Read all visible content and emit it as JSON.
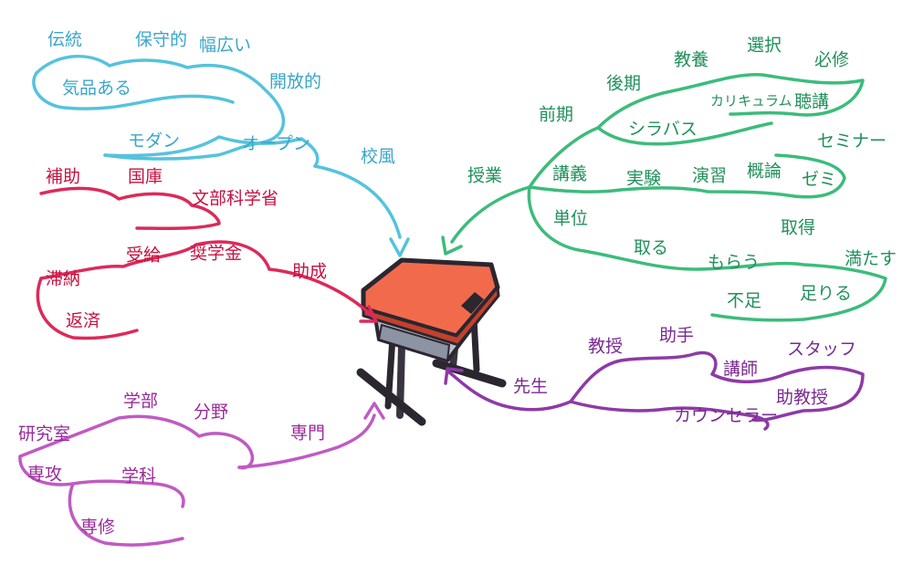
{
  "palette": {
    "school": "#55c3dc",
    "aid": "#dc2a5a",
    "classes": "#3cbc7c",
    "teacher": "#8e3aa6",
    "major": "#c05ac4",
    "desk_top": "#f26a4c",
    "desk_frame": "#2b2630"
  },
  "icons": {
    "center": "school-desk-icon"
  },
  "school": {
    "title": "校風",
    "w1": "伝統",
    "w2": "保守的",
    "w3": "幅広い",
    "w4": "気品ある",
    "w5": "開放的",
    "w6": "モダン",
    "w7": "オープン"
  },
  "aid": {
    "title": "助成",
    "w1": "補助",
    "w2": "国庫",
    "w3": "文部科学省",
    "w4": "受給",
    "w5": "奨学金",
    "w6": "滞納",
    "w7": "返済"
  },
  "classes": {
    "title": "授業",
    "w1": "前期",
    "w2": "後期",
    "w3": "教養",
    "w4": "選択",
    "w5": "必修",
    "w6": "カリキュラム",
    "w7": "聴講",
    "w8": "シラバス",
    "w9": "講義",
    "w10": "実験",
    "w11": "演習",
    "w12": "概論",
    "w13": "セミナー",
    "w14": "ゼミ",
    "w15": "単位",
    "w16": "取る",
    "w17": "もらう",
    "w18": "取得",
    "w19": "満たす",
    "w20": "不足",
    "w21": "足りる"
  },
  "teacher": {
    "title": "先生",
    "w1": "教授",
    "w2": "助手",
    "w3": "講師",
    "w4": "スタッフ",
    "w5": "助教授",
    "w6": "カウンセラー"
  },
  "major": {
    "title": "専門",
    "w1": "学部",
    "w2": "分野",
    "w3": "研究室",
    "w4": "専攻",
    "w5": "学科",
    "w6": "専修"
  }
}
